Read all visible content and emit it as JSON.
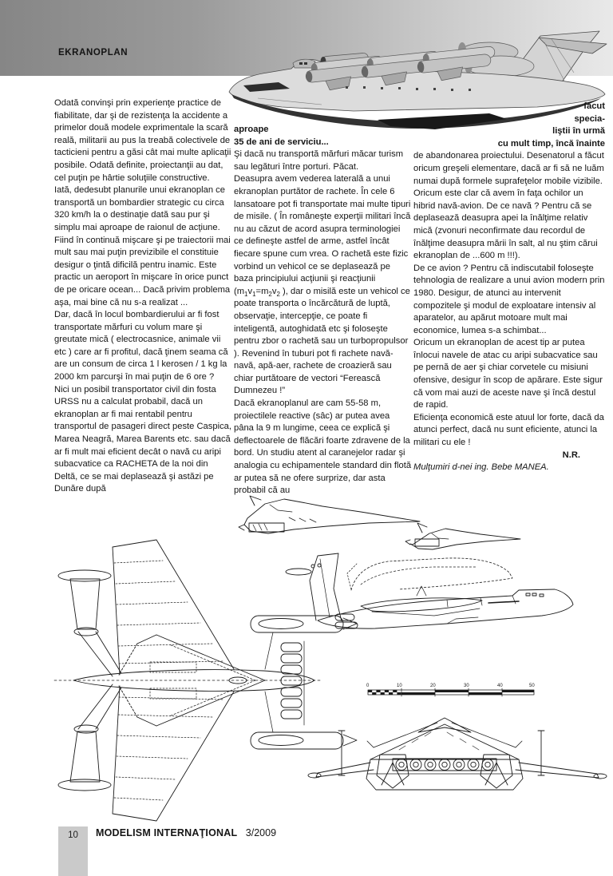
{
  "header": {
    "title": "EKRANOPLAN"
  },
  "article": {
    "col1": {
      "p1": "Odată convinşi prin experienţe practice de fiabilitate, dar şi de rezistenţa la accidente a primelor două modele exprimentale la scară reală, militarii au pus la treabă colectivele de tacticieni pentru a găsi cât mai multe aplicaţii posibile. Odată definite, proiectanţii au dat, cel puţin pe hârtie soluţiile constructive.",
      "p2": "Iată, dedesubt planurile unui ekranoplan ce transportă un bombardier strategic cu circa 320 km/h la o destinaţie dată sau pur şi simplu mai aproape de raionul de acţiune. Fiind în continuă mişcare şi pe traiectorii mai mult sau mai puţin previzibile el constituie desigur o ţintă dificilă pentru inamic. Este practic un aeroport în mişcare în orice punct de pe oricare ocean... Dacă privim problema aşa, mai bine că nu s-a realizat ...",
      "p3": "Dar, dacă în locul bombardierului ar fi fost transportate mărfuri cu volum mare şi greutate mică ( electrocasnice, animale vii etc ) care ar fi profitul, dacă ţinem seama că are un consum de circa 1 l kerosen / 1 kg la 2000 km parcurşi în mai puţin de 6 ore ?",
      "p4": "Nici un posibil transportator civil din fosta URSS nu a calculat probabil, dacă un ekranoplan ar fi mai rentabil pentru transportul de pasageri direct peste Caspica, Marea Neagră, Marea Barents etc. sau dacă ar fi mult mai eficient decât o navă cu aripi subacvatice ca RACHETA de la noi din Deltă, ce se mai deplasează şi astăzi pe Dunăre după"
    },
    "col2": {
      "caption_line1": "aproape",
      "caption_line2": "35 de ani de serviciu...",
      "p1": "Şi dacă nu transportă mărfuri măcar turism sau legături între porturi. Păcat.",
      "p2_pre": "Deasupra avem vederea laterală a unui ekranoplan purtător de rachete. În cele 6 lansatoare pot fi transportate mai multe tipuri de misile. ( În româneşte experţii militari încă nu au căzut de acord asupra terminologiei ce defineşte astfel de arme, astfel încât fiecare spune cum vrea. O rachetă este fizic vorbind un vehicol ce se deplasează pe baza principiului acţiunii şi reacţiunii ",
      "formula": {
        "p1": "(m",
        "sub1": "1",
        "p2": "v",
        "sub2": "1",
        "p3": "=m",
        "sub3": "2",
        "p4": "v",
        "sub4": "2",
        "p5": " )"
      },
      "p2_post": ", dar o misilă este un vehicol ce poate transporta o încărcătură de luptă, observaţie, intercepţie, ce poate fi inteligentă, autoghidată etc şi foloseşte pentru zbor o rachetă sau un turbopropulsor ). Revenind în tuburi pot fi rachete navă-navă, apă-aer, rachete de croazieră sau chiar purtătoare de vectori “Ferească Dumnezeu !”",
      "p3": "Dacă ekranoplanul are cam  55-58 m, proiectilele reactive (sâc) ar putea avea pâna la 9 m lungime, ceea ce explică şi deflectoarele de flăcări foarte zdravene de la bord. Un studiu atent al caranejelor radar şi analogia cu echipamentele standard din flotă ar putea să ne ofere surprize, dar asta probabil că au"
    },
    "col3": {
      "caption_line1": "făcut",
      "caption_line2": "specia-",
      "caption_line3": "liştii în urmă",
      "caption_line4": "cu mult timp, încă înainte",
      "p1": "de abandonarea proiectului. Desenatorul a făcut oricum greşeli elementare, dacă ar fi să ne luăm numai după formele suprafeţelor mobile vizibile.",
      "p2": "Oricum este clar că avem  în faţa ochilor un hibrid navă-avion. De ce navă ? Pentru că se deplasează deasupra apei la înălţime relativ mică (zvonuri neconfirmate dau recordul de înălţime deasupra mării în salt, al nu ştim cărui ekranoplan de ...600 m !!!).",
      "p3": "De ce avion ? Pentru că indiscutabil foloseşte tehnologia de realizare a unui avion modern prin 1980. Desigur, de atunci au intervenit compozitele şi modul de exploatare intensiv al aparatelor, au apărut motoare mult mai economice, lumea s-a schimbat...",
      "p4": "Oricum un ekranoplan de acest tip ar putea înlocui navele de atac cu aripi subacvatice sau pe pernă de aer şi chiar corvetele cu misiuni ofensive, desigur în scop de apărare. Este sigur că vom mai auzi de aceste nave şi încă destul de rapid.",
      "p5": "Eficienţa economică este atuul lor forte, dacă da atunci perfect, dacă nu sunt eficiente, atunci la militari cu ele !",
      "signature": "N.R.",
      "credit": "Mulţumiri d-nei ing. Bebe MANEA."
    }
  },
  "figure": {
    "scale_labels": [
      "0",
      "10",
      "20",
      "30",
      "40",
      "50"
    ]
  },
  "footer": {
    "page_number": "10",
    "magazine": "MODELISM INTERNAŢIONAL",
    "issue": "3/2009"
  },
  "colors": {
    "header_gradient_left": "#868686",
    "header_gradient_right": "#e9e9e9",
    "footer_box": "#cacaca",
    "ink": "#1b1b1b"
  }
}
